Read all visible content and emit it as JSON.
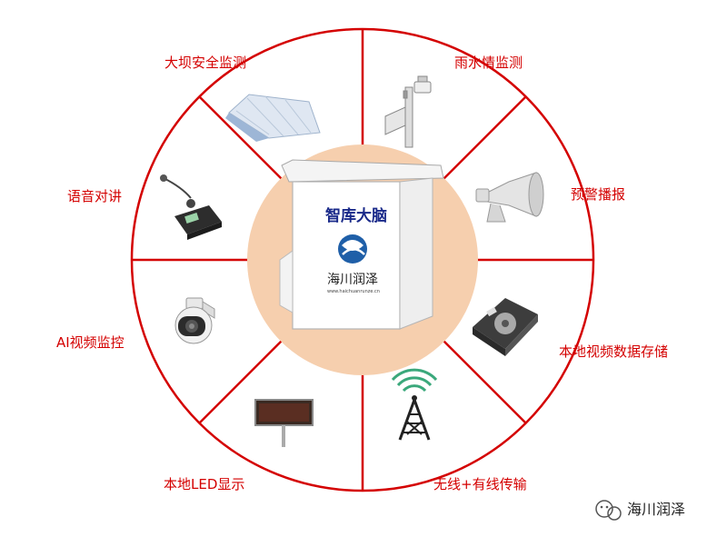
{
  "center": {
    "title": "智库大脑",
    "brand": "海川润泽",
    "brand_small": "www.haichuanrunze.cn"
  },
  "segments": [
    {
      "label": "大坝安全监测",
      "icon": "dam-icon"
    },
    {
      "label": "雨水情监测",
      "icon": "rain-gauge-icon"
    },
    {
      "label": "预警播报",
      "icon": "loudspeaker-icon"
    },
    {
      "label": "本地视频数据存储",
      "icon": "hard-drive-icon"
    },
    {
      "label": "无线+有线传输",
      "icon": "radio-tower-icon"
    },
    {
      "label": "本地LED显示",
      "icon": "led-display-icon"
    },
    {
      "label": "AI视频监控",
      "icon": "ptz-camera-icon"
    },
    {
      "label": "语音对讲",
      "icon": "intercom-icon"
    }
  ],
  "watermark": {
    "text": "海川润泽",
    "icon": "wechat-icon"
  },
  "colors": {
    "ring": "#d40000",
    "center_fill": "#f6cfae",
    "title": "#1a2a8a",
    "logo": "#1f5fa8"
  }
}
